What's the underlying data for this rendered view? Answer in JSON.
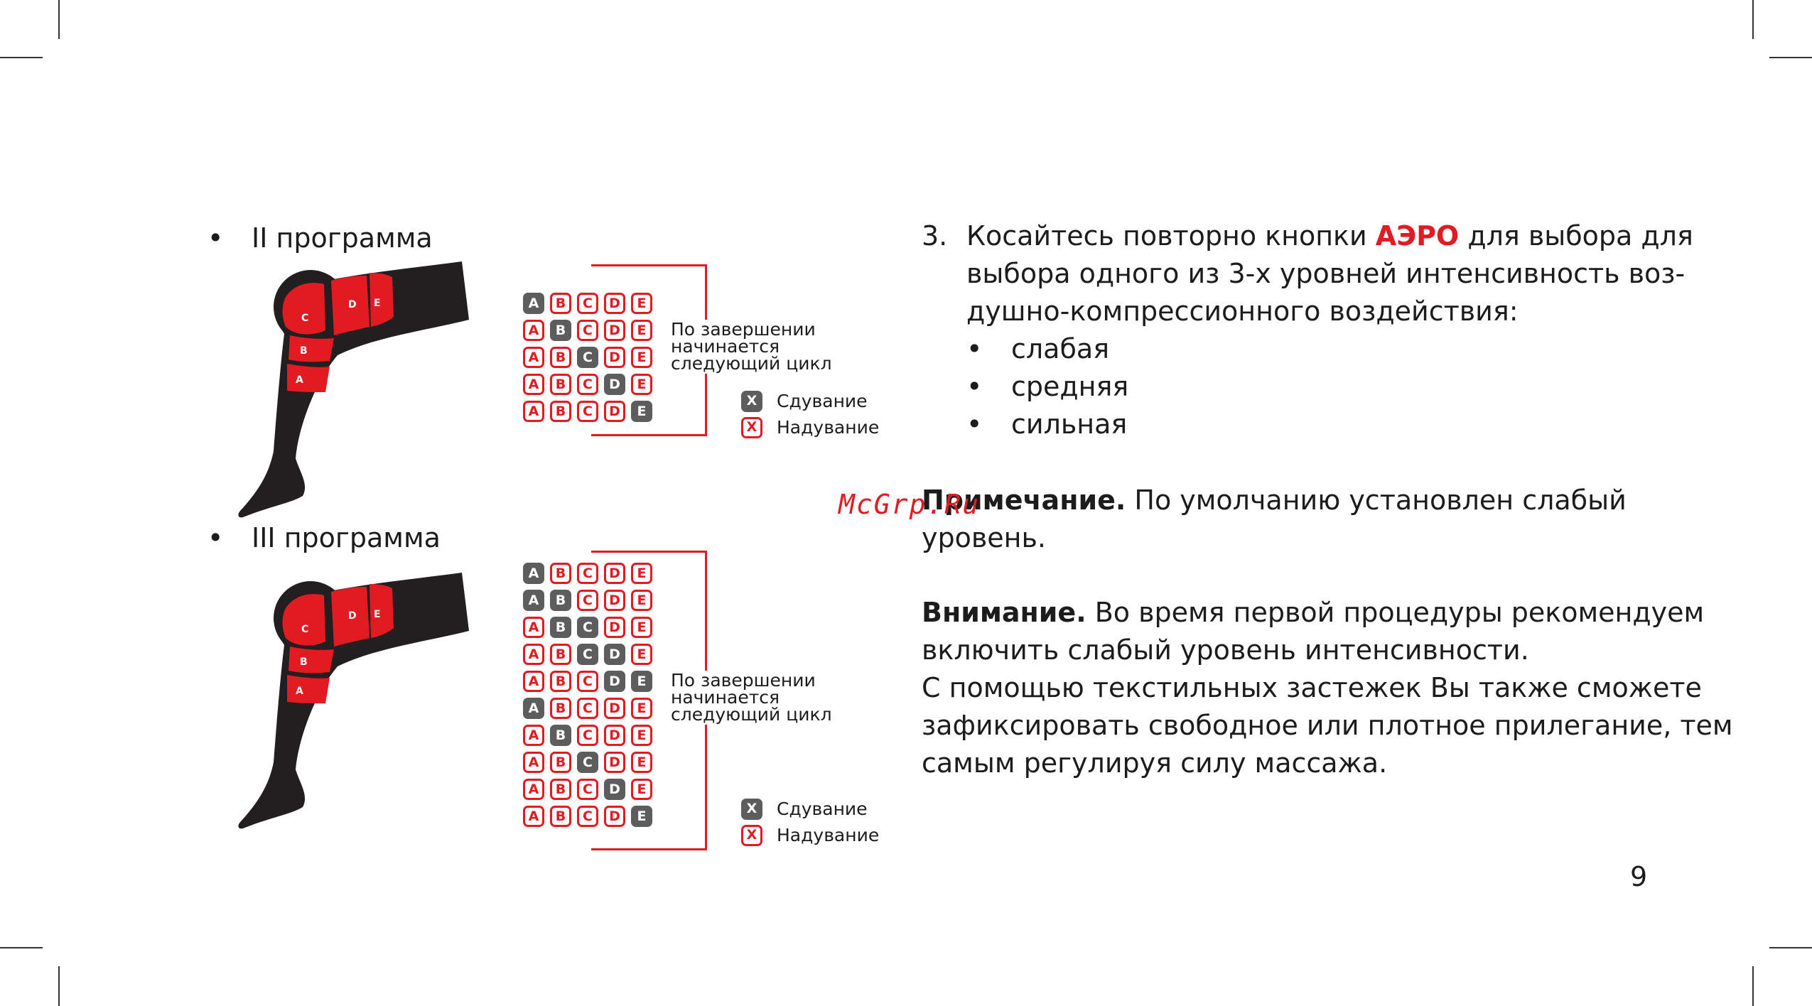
{
  "programs": [
    {
      "label": "II программа",
      "rows": [
        [
          "A"
        ],
        [
          "B"
        ],
        [
          "C"
        ],
        [
          "D"
        ],
        [
          "E"
        ]
      ],
      "cycle_note": [
        "По завершении",
        "начинается",
        "следующий цикл"
      ]
    },
    {
      "label": "III программа",
      "rows": [
        [
          "A"
        ],
        [
          "A",
          "B"
        ],
        [
          "B",
          "C"
        ],
        [
          "C",
          "D"
        ],
        [
          "D",
          "E"
        ],
        [
          "A"
        ],
        [
          "B"
        ],
        [
          "C"
        ],
        [
          "D"
        ],
        [
          "E"
        ]
      ],
      "cycle_note": [
        "По завершении",
        "начинается",
        "следующий цикл"
      ]
    }
  ],
  "letters": [
    "A",
    "B",
    "C",
    "D",
    "E"
  ],
  "legend": {
    "symbol": "X",
    "deflate": "Сдувание",
    "inflate": "Надувание"
  },
  "leg_labels": {
    "c": "C",
    "d": "D",
    "e": "E",
    "b": "B",
    "a": "A"
  },
  "step": {
    "number": "3.",
    "text_before": "Косайтесь повторно кнопки ",
    "highlight": "АЭРО",
    "text_after_line1": " для выбора для",
    "line2": "выбора одного из 3-х уровней интенсивность воз-",
    "line3": "душно-компрессионного воздействия:",
    "levels": [
      "слабая",
      "средняя",
      "сильная"
    ]
  },
  "note": {
    "label": "Примечание.",
    "line1": " По умолчанию установлен слабый",
    "line2": "уровень."
  },
  "warning": {
    "label": "Внимание.",
    "line1": " Во время первой процедуры рекомендуем",
    "line2": "включить слабый уровень интенсивности.",
    "line3": "С помощью текстильных застежек Вы также сможете",
    "line4": "зафиксировать свободное или плотное прилегание, тем",
    "line5": "самым регулируя силу массажа."
  },
  "watermark": "McGrp.Ru",
  "page_number": "9",
  "colors": {
    "accent": "#e21a22",
    "inactive": "#5d5d5d",
    "leg": "#231f20"
  }
}
